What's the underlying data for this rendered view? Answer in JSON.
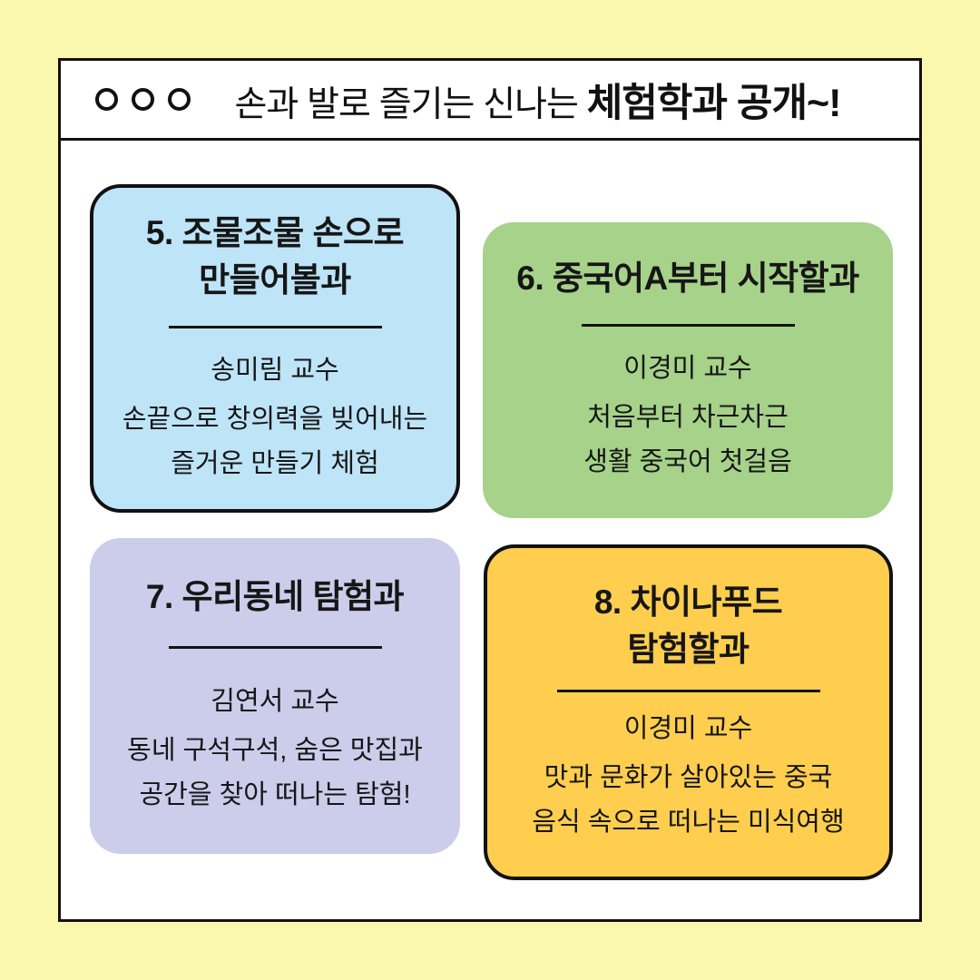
{
  "page": {
    "background": "#FAF7AF"
  },
  "window": {
    "background": "#FFFFFF",
    "border_color": "#111111"
  },
  "header": {
    "dot_icon": "circle-outline",
    "dot_count": 3,
    "title_regular": "손과 발로 즐기는 신나는 ",
    "title_emphasis": "체험학과 공개~!"
  },
  "cards": [
    {
      "number": "5",
      "title_lines": [
        "5. 조물조물 손으로",
        "만들어볼과"
      ],
      "professor": "송미림 교수",
      "description_lines": [
        "손끝으로 창의력을 빚어내는",
        "즐거운 만들기 체험"
      ],
      "background": "#BEE4F8",
      "bordered": true
    },
    {
      "number": "6",
      "title_lines": [
        "6. 중국어A부터 시작할과"
      ],
      "professor": "이경미 교수",
      "description_lines": [
        "처음부터 차근차근",
        "생활 중국어 첫걸음"
      ],
      "background": "#A6D28A",
      "bordered": false
    },
    {
      "number": "7",
      "title_lines": [
        "7. 우리동네 탐험과"
      ],
      "professor": "김연서 교수",
      "description_lines": [
        "동네 구석구석, 숨은 맛집과",
        "공간을 찾아 떠나는 탐험!"
      ],
      "background": "#CCCCEB",
      "bordered": false
    },
    {
      "number": "8",
      "title_lines": [
        "8. 차이나푸드",
        "탐험할과"
      ],
      "professor": "이경미 교수",
      "description_lines": [
        "맛과 문화가 살아있는 중국",
        "음식 속으로 떠나는 미식여행"
      ],
      "background": "#FFCE4F",
      "bordered": true
    }
  ]
}
